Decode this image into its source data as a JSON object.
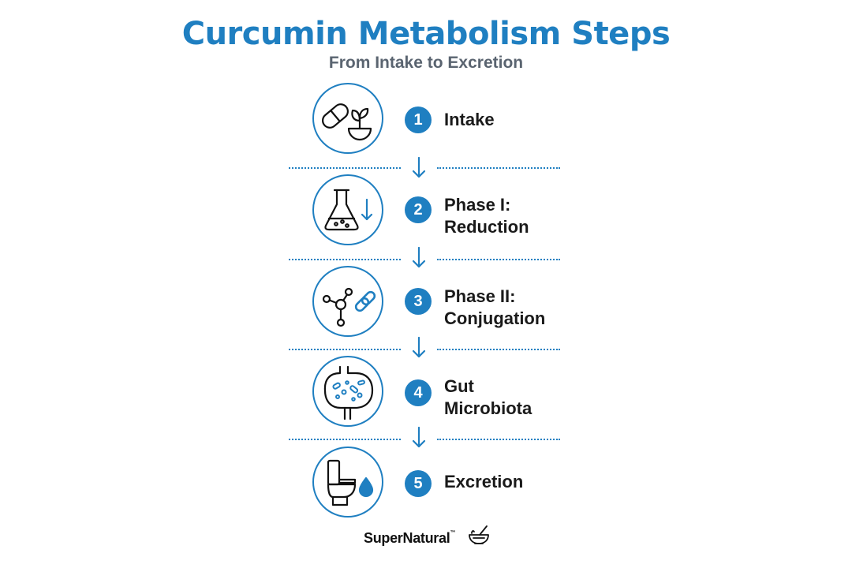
{
  "title": "Curcumin Metabolism Steps",
  "subtitle": "From Intake to Excretion",
  "colors": {
    "accent": "#1f7fc1",
    "text": "#1a1a1a",
    "subtitle": "#5a6470"
  },
  "steps": [
    {
      "number": "1",
      "line1": "Intake",
      "line2": "",
      "icon": "capsule-and-bowl-icon"
    },
    {
      "number": "2",
      "line1": "Phase I:",
      "line2": "Reduction",
      "icon": "flask-down-arrow-icon"
    },
    {
      "number": "3",
      "line1": "Phase II:",
      "line2": "Conjugation",
      "icon": "molecule-link-icon"
    },
    {
      "number": "4",
      "line1": "Gut",
      "line2": "Microbiota",
      "icon": "intestine-microbes-icon"
    },
    {
      "number": "5",
      "line1": "Excretion",
      "line2": "",
      "icon": "toilet-droplet-icon"
    }
  ],
  "brand": {
    "name": "SuperNatural",
    "tm": "™",
    "icon": "mortar-pestle-icon"
  }
}
